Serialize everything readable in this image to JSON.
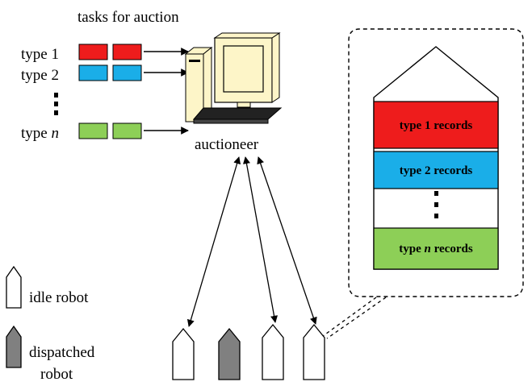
{
  "title": "tasks for auction",
  "task_types": [
    {
      "label": "type 1",
      "color": "#ee1c1c"
    },
    {
      "label": "type 2",
      "color": "#1aaee8"
    },
    {
      "label_prefix": "type ",
      "label_var": "n",
      "color": "#8dcf57"
    }
  ],
  "auctioneer_label": "auctioneer",
  "records": [
    {
      "label": "type 1 records",
      "color": "#ee1c1c"
    },
    {
      "label": "type 2 records",
      "color": "#1aaee8"
    },
    {
      "label_prefix": "type ",
      "label_var": "n",
      "label_suffix": " records",
      "color": "#8dcf57"
    }
  ],
  "legend": {
    "idle": "idle robot",
    "dispatched_line1": "dispatched",
    "dispatched_line2": "robot"
  },
  "robots": [
    {
      "state": "idle"
    },
    {
      "state": "dispatched"
    },
    {
      "state": "idle"
    },
    {
      "state": "idle"
    }
  ],
  "colors": {
    "idle_fill": "#ffffff",
    "dispatched_fill": "#808080",
    "computer_fill": "#fdf5c8",
    "screen_fill": "#fdf5c8"
  }
}
